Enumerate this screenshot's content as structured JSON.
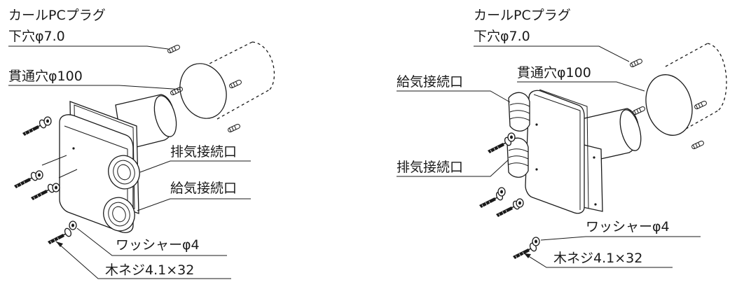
{
  "left": {
    "plug_name": "カールPCプラグ",
    "plug_hole": "下穴φ7.0",
    "through_hole": "貫通穴φ100",
    "exhaust_port": "排気接続口",
    "supply_port": "給気接続口",
    "washer": "ワッシャーφ4",
    "screw": "木ネジ4.1×32"
  },
  "right": {
    "plug_name": "カールPCプラグ",
    "plug_hole": "下穴φ7.0",
    "supply_port": "給気接続口",
    "through_hole": "貫通穴φ100",
    "exhaust_port": "排気接続口",
    "washer": "ワッシャーφ4",
    "screw": "木ネジ4.1×32"
  }
}
